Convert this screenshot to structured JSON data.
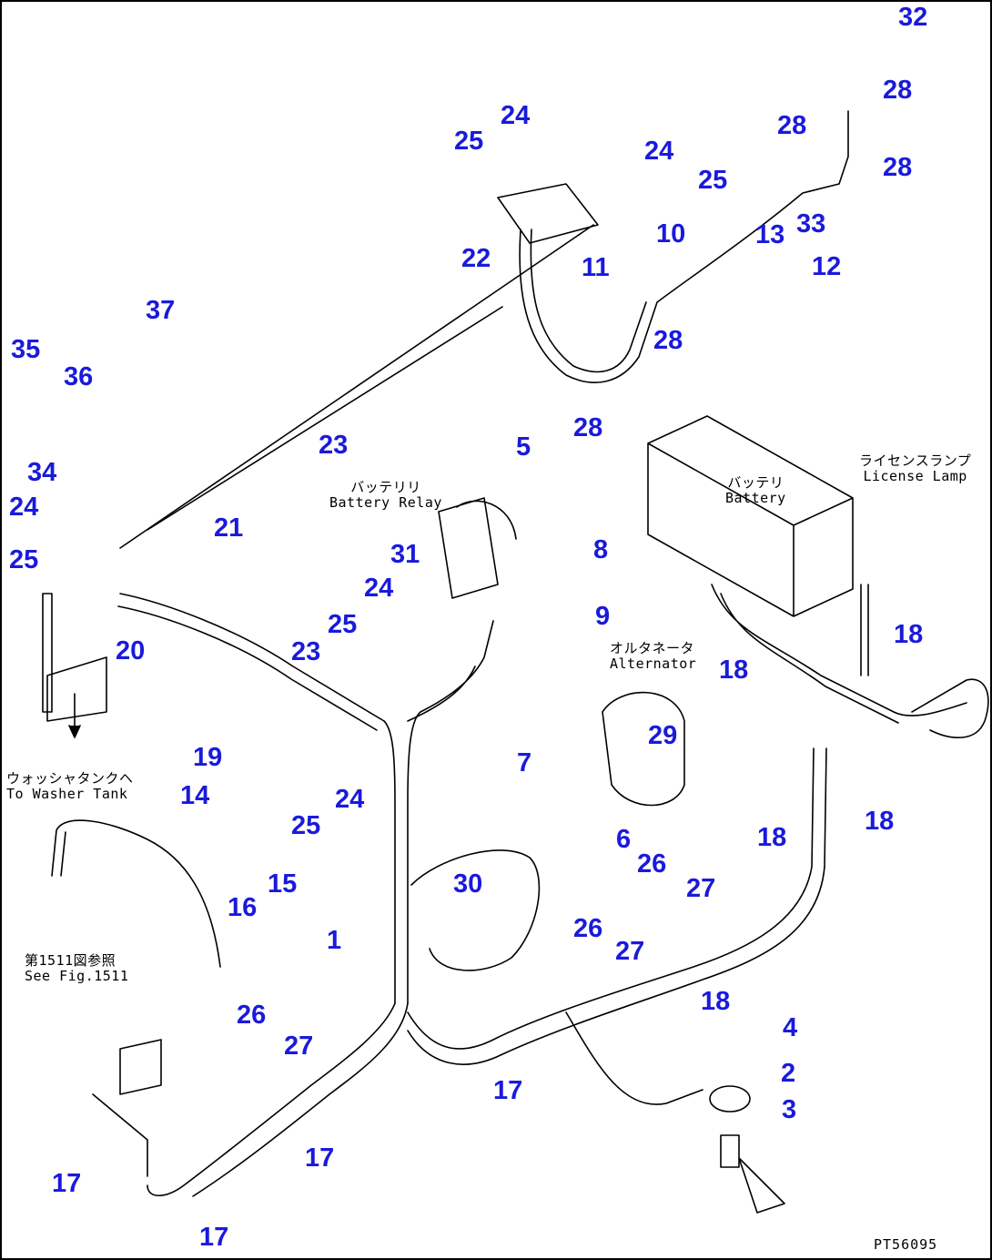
{
  "diagram_code": "PT56095",
  "annotations": {
    "battery_relay": {
      "jp": "バッテリリ",
      "en": "Battery Relay"
    },
    "battery": {
      "jp": "バッテリ",
      "en": "Battery"
    },
    "license_lamp": {
      "jp": "ライセンスランプ",
      "en": "License Lamp"
    },
    "alternator": {
      "jp": "オルタネータ",
      "en": "Alternator"
    },
    "washer_tank": {
      "jp": "ウォッシャタンクヘ",
      "en": "To Washer Tank"
    },
    "see_fig": {
      "jp": "第1511図参照",
      "en": "See Fig.1511"
    }
  },
  "part_numbers": [
    {
      "id": "p32a",
      "text": "32"
    },
    {
      "id": "p28a",
      "text": "28"
    },
    {
      "id": "p28b",
      "text": "28"
    },
    {
      "id": "p28c",
      "text": "28"
    },
    {
      "id": "p24a",
      "text": "24"
    },
    {
      "id": "p25a",
      "text": "25"
    },
    {
      "id": "p24b",
      "text": "24"
    },
    {
      "id": "p25b",
      "text": "25"
    },
    {
      "id": "p33",
      "text": "33"
    },
    {
      "id": "p10",
      "text": "10"
    },
    {
      "id": "p13",
      "text": "13"
    },
    {
      "id": "p22",
      "text": "22"
    },
    {
      "id": "p11",
      "text": "11"
    },
    {
      "id": "p12",
      "text": "12"
    },
    {
      "id": "p28d",
      "text": "28"
    },
    {
      "id": "p37",
      "text": "37"
    },
    {
      "id": "p35",
      "text": "35"
    },
    {
      "id": "p36",
      "text": "36"
    },
    {
      "id": "p28e",
      "text": "28"
    },
    {
      "id": "p23a",
      "text": "23"
    },
    {
      "id": "p5",
      "text": "5"
    },
    {
      "id": "p34",
      "text": "34"
    },
    {
      "id": "p24c",
      "text": "24"
    },
    {
      "id": "p21",
      "text": "21"
    },
    {
      "id": "p31",
      "text": "31"
    },
    {
      "id": "p8",
      "text": "8"
    },
    {
      "id": "p25c",
      "text": "25"
    },
    {
      "id": "p24d",
      "text": "24"
    },
    {
      "id": "p25d",
      "text": "25"
    },
    {
      "id": "p9",
      "text": "9"
    },
    {
      "id": "p20",
      "text": "20"
    },
    {
      "id": "p23b",
      "text": "23"
    },
    {
      "id": "p18a",
      "text": "18"
    },
    {
      "id": "p18b",
      "text": "18"
    },
    {
      "id": "p19",
      "text": "19"
    },
    {
      "id": "p29",
      "text": "29"
    },
    {
      "id": "p7",
      "text": "7"
    },
    {
      "id": "p14",
      "text": "14"
    },
    {
      "id": "p24e",
      "text": "24"
    },
    {
      "id": "p25e",
      "text": "25"
    },
    {
      "id": "p6",
      "text": "6"
    },
    {
      "id": "p18c",
      "text": "18"
    },
    {
      "id": "p18d",
      "text": "18"
    },
    {
      "id": "p26a",
      "text": "26"
    },
    {
      "id": "p15",
      "text": "15"
    },
    {
      "id": "p16",
      "text": "16"
    },
    {
      "id": "p30",
      "text": "30"
    },
    {
      "id": "p27a",
      "text": "27"
    },
    {
      "id": "p1",
      "text": "1"
    },
    {
      "id": "p26b",
      "text": "26"
    },
    {
      "id": "p27b",
      "text": "27"
    },
    {
      "id": "p18e",
      "text": "18"
    },
    {
      "id": "p4",
      "text": "4"
    },
    {
      "id": "p26c",
      "text": "26"
    },
    {
      "id": "p27c",
      "text": "27"
    },
    {
      "id": "p2",
      "text": "2"
    },
    {
      "id": "p17a",
      "text": "17"
    },
    {
      "id": "p3",
      "text": "3"
    },
    {
      "id": "p17b",
      "text": "17"
    },
    {
      "id": "p17c",
      "text": "17"
    },
    {
      "id": "p17d",
      "text": "17"
    }
  ]
}
